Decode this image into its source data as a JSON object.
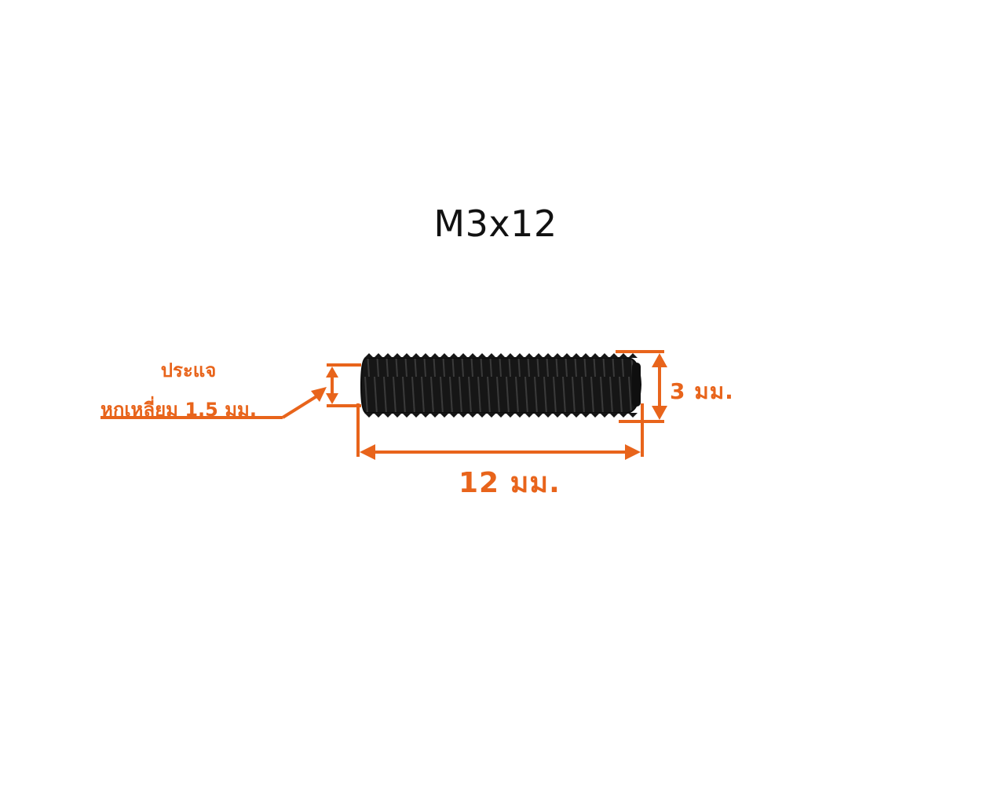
{
  "title": "M3x12",
  "wrench_label": {
    "line1": "ประแจ",
    "line2": "หกเหลี่ยม 1.5 มม."
  },
  "diameter_label": "3 มม.",
  "length_label": "12 มม.",
  "colors": {
    "dimension": "#e8641b",
    "screw": "#151515",
    "text": "#111111"
  },
  "icons": [
    "set-screw-image",
    "dimension-arrow"
  ]
}
